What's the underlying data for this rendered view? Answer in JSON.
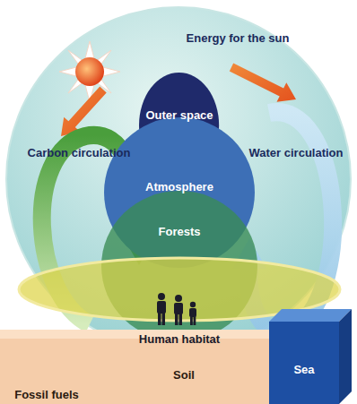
{
  "diagram": {
    "nodes": [
      {
        "text": [
          "Outer space"
        ]
      },
      {
        "text": [
          "Atmosphere"
        ]
      },
      {
        "text": [
          "Forests"
        ]
      },
      {
        "text": [
          "Human habitat"
        ]
      },
      {
        "text": [
          "Soil",
          "Fossil fuels"
        ]
      },
      {
        "text": [
          "Sea"
        ]
      }
    ],
    "labels": [
      "Energy for the sun",
      "Carbon circulation",
      "Water circulation"
    ]
  }
}
